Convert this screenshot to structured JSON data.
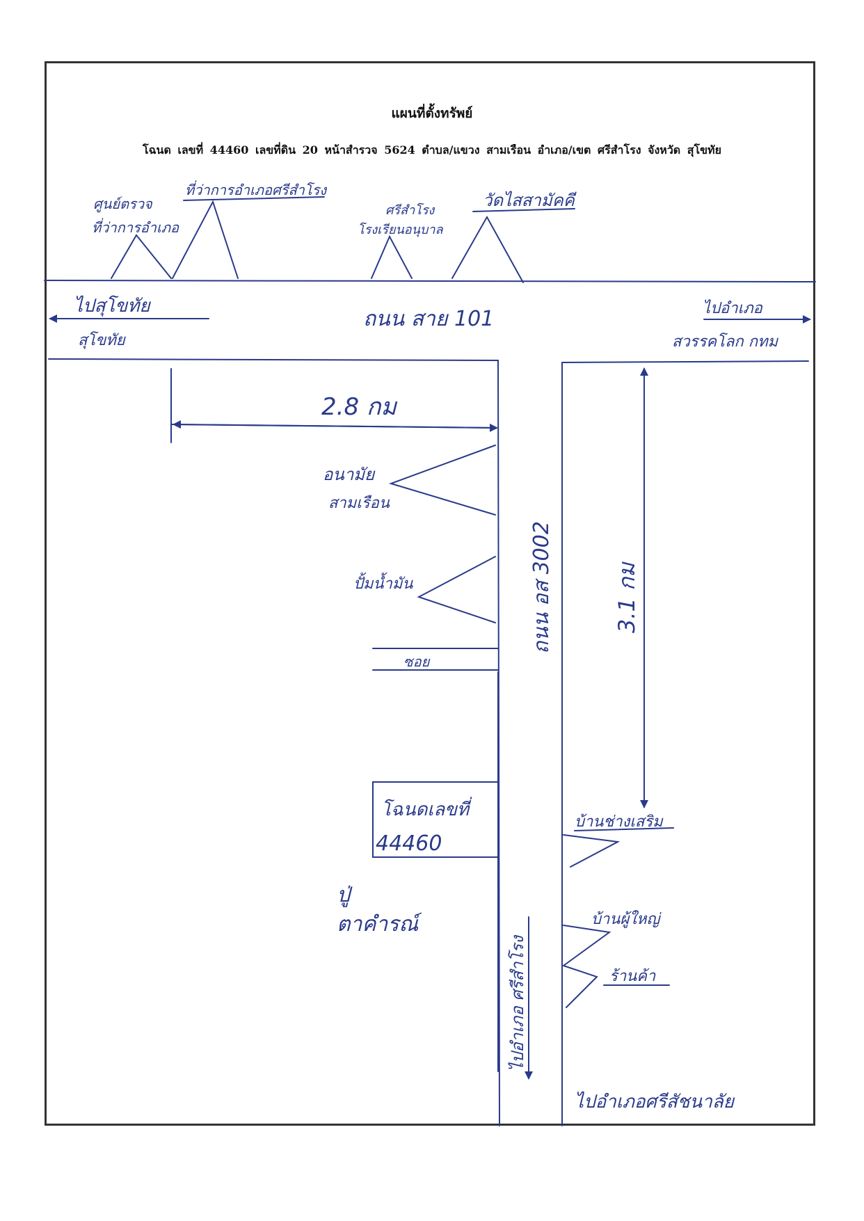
{
  "header": {
    "title": "แผนที่ตั้งทรัพย์",
    "subtitle": "โฉนด เลขที่ 44460 เลขที่ดิน 20 หน้าสำรวจ 5624 ตำบล/แขวง สามเรือน อำเภอ/เขต ศรีสำโรง จังหวัด สุโขทัย"
  },
  "colors": {
    "ink": "#2a3a8a",
    "frame": "#333333"
  },
  "labels": {
    "left_direction_line1": "ไปสุโขทัย",
    "left_direction_line2": "สุโขทัย",
    "right_direction_line1": "ไปอำเภอ",
    "right_direction_line2": "สวรรคโลก กทม",
    "main_road": "ถนน สาย 101",
    "side_road": "ถนน อส 3002",
    "distance_horizontal": "2.8 กม",
    "distance_vertical": "3.1 กม",
    "lane": "ซอย",
    "parcel_line1": "โฉนดเลขที่",
    "parcel_line2": "44460",
    "bottom_direction": "ไปอำเภอศรีสัชนาลัย",
    "left_bottom_direction": "ไปอำเภอ ศรีสำโรง",
    "top_lm1_line1": "ศูนย์ตรวจ",
    "top_lm1_line2": "ที่ว่าการอำเภอ",
    "top_lm2": "ที่ว่าการอำเภอศรีสำโรง",
    "top_lm3_line1": "ศรีสำโรง",
    "top_lm3_line2": "โรงเรียนอนุบาล",
    "top_lm4": "วัดไสสามัคคี",
    "lm_anamai_line1": "อนามัย",
    "lm_anamai_line2": "สามเรือน",
    "lm_gas": "ปั้มน้ำมัน",
    "lm_owner_line1": "ปู่",
    "lm_owner_line2": "ตาคำรณ์",
    "lm_right1": "บ้านช่างเสริม",
    "lm_right2": "บ้านผู้ใหญ่",
    "lm_right3": "ร้านค้า"
  }
}
